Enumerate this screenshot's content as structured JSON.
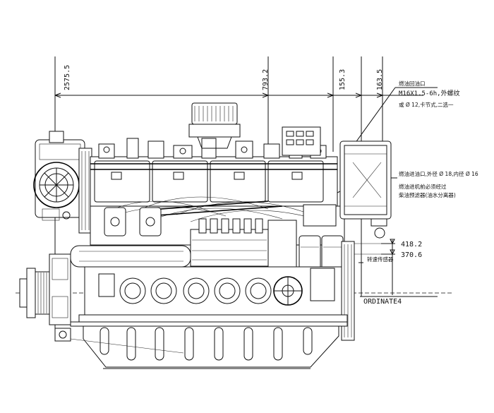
{
  "dimensions": {
    "d1": "2575.5",
    "d2": "793.2",
    "d3": "155.3",
    "d4": "163.5",
    "d5": "418.2",
    "d6": "370.6",
    "ordinate": "ORDINATE4"
  },
  "annotations": {
    "fuel_return_title": "燃油回油口",
    "fuel_return_spec1": "M16X1.5-6h,外螺纹",
    "fuel_return_spec2": "或 Ø 12,卡节式,二选一",
    "fuel_inlet": "燃油进油口,外径 Ø 18,内径 Ø 16",
    "filter_note1": "燃油进机前必须经过",
    "filter_note2": "柴油预滤器(油水分离器)",
    "speed_sensor": "转速传感器"
  },
  "colors": {
    "line": "#111111",
    "background": "#ffffff"
  }
}
